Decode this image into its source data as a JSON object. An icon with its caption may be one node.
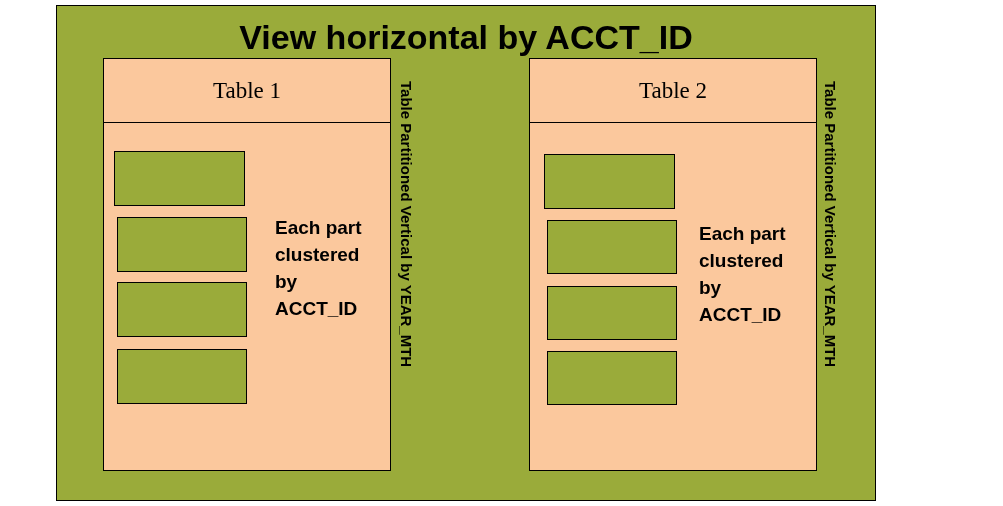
{
  "diagram": {
    "nodes": [
      {
        "text": [
          "View horizontal by ACCT_ID"
        ]
      },
      {
        "text": [
          "Table 1",
          "Each part clustered by ACCT_ID"
        ],
        "beside": [
          "Table Partitioned Vertical by YEAR_MTH"
        ],
        "in": 0
      },
      {
        "text": [],
        "shape": "box",
        "in": 1
      },
      {
        "text": [],
        "shape": "box",
        "in": 1
      },
      {
        "text": [],
        "shape": "box",
        "in": 1
      },
      {
        "text": [],
        "shape": "box",
        "in": 1
      },
      {
        "text": [
          "Table 2",
          "Each part clustered by ACCT_ID"
        ],
        "beside": [
          "Table Partitioned Vertical by YEAR_MTH"
        ],
        "in": 0
      },
      {
        "text": [],
        "shape": "box",
        "in": 6
      },
      {
        "text": [],
        "shape": "box",
        "in": 6
      },
      {
        "text": [],
        "shape": "box",
        "in": 6
      },
      {
        "text": [],
        "shape": "box",
        "in": 6
      }
    ],
    "edges": []
  }
}
